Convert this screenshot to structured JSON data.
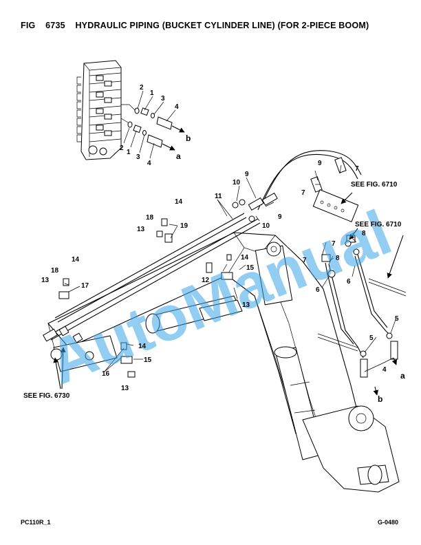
{
  "header": {
    "fig_label": "FIG",
    "fig_number": "6735",
    "title": "HYDRAULIC PIPING (BUCKET CYLINDER LINE) (FOR 2-PIECE BOOM)"
  },
  "footer": {
    "model": "PC110R_1",
    "code": "G-0480"
  },
  "watermark": "AutoManual",
  "colors": {
    "watermark": "#3aa5e8",
    "line": "#000000"
  },
  "callouts": {
    "c1a": "1",
    "c1b": "1",
    "c2a": "2",
    "c2b": "2",
    "c3a": "3",
    "c3b": "3",
    "c4a": "4",
    "c4b": "4",
    "c4c": "4",
    "c5a": "5",
    "c5b": "5",
    "c6a": "6",
    "c6b": "6",
    "c7a": "7",
    "c7b": "7",
    "c7c": "7",
    "c7d": "7",
    "c8a": "8",
    "c8b": "8",
    "c9a": "9",
    "c9b": "9",
    "c9c": "9",
    "c10a": "10",
    "c10b": "10",
    "c11": "11",
    "c12": "12",
    "c13a": "13",
    "c13b": "13",
    "c13c": "13",
    "c13d": "13",
    "c14a": "14",
    "c14b": "14",
    "c14c": "14",
    "c14d": "14",
    "c15a": "15",
    "c15b": "15",
    "c16": "16",
    "c17": "17",
    "c18a": "18",
    "c18b": "18",
    "c19": "19"
  },
  "line_markers": {
    "a_top": "a",
    "b_top": "b",
    "a_right": "a",
    "b_right": "b"
  },
  "references": {
    "see_6710_a": "SEE FIG. 6710",
    "see_6710_b": "SEE FIG. 6710",
    "see_6730": "SEE FIG. 6730"
  }
}
